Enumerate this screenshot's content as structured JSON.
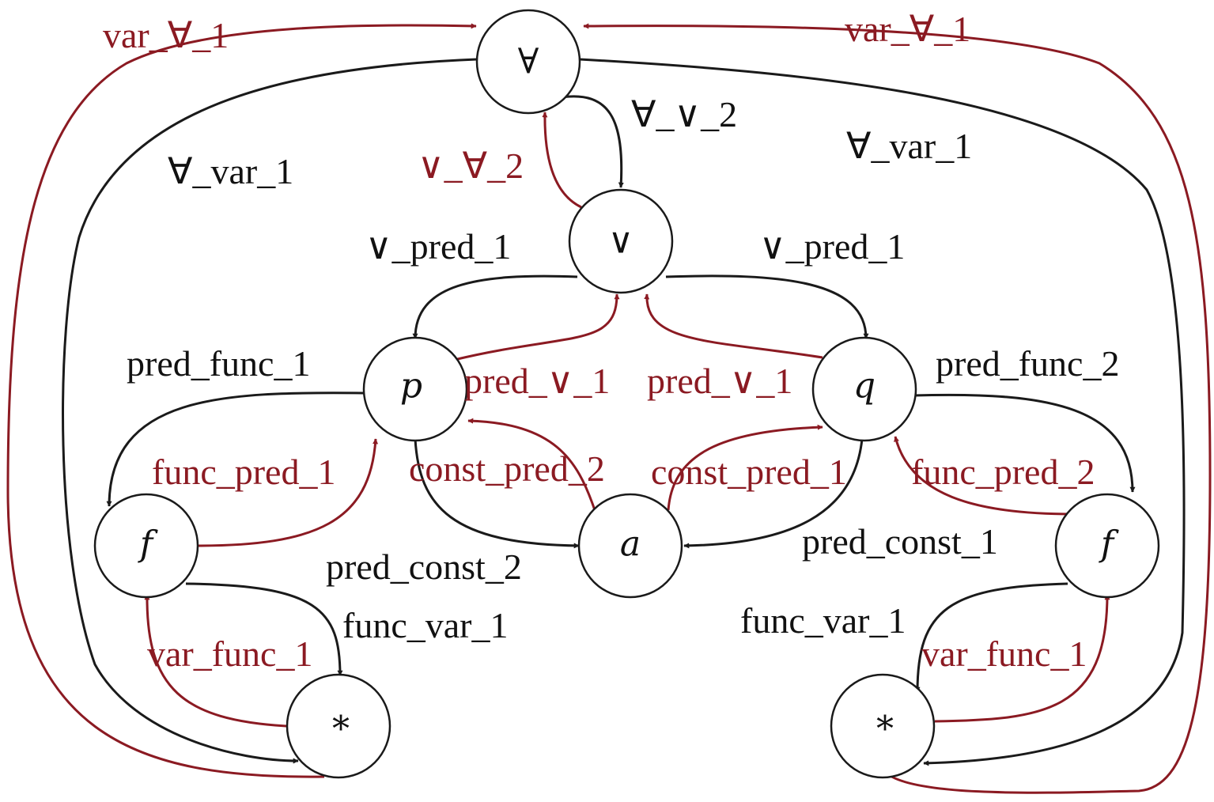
{
  "colors": {
    "black_edge": "#1a1a1a",
    "red_edge": "#8b1a22",
    "node_fill": "#ffffff"
  },
  "nodes": {
    "forall": "∀",
    "or": "∨",
    "p": "p",
    "q": "q",
    "a": "a",
    "f_left": "f",
    "f_right": "f",
    "star_left": "*",
    "star_right": "*"
  },
  "edge_labels": {
    "var_forall_left": "var_∀_1",
    "var_forall_right": "var_∀_1",
    "forall_or": "∀_∨_2",
    "or_forall": "∨_∀_2",
    "forall_var_left": "∀_var_1",
    "forall_var_right": "∀_var_1",
    "or_pred_left": "∨_pred_1",
    "or_pred_right": "∨_pred_1",
    "pred_or_left": "pred_∨_1",
    "pred_or_right": "pred_∨_1",
    "pred_func_1": "pred_func_1",
    "pred_func_2": "pred_func_2",
    "func_pred_1": "func_pred_1",
    "func_pred_2": "func_pred_2",
    "const_pred_2": "const_pred_2",
    "const_pred_1": "const_pred_1",
    "pred_const_2": "pred_const_2",
    "pred_const_1": "pred_const_1",
    "func_var_left": "func_var_1",
    "func_var_right": "func_var_1",
    "var_func_left": "var_func_1",
    "var_func_right": "var_func_1"
  }
}
